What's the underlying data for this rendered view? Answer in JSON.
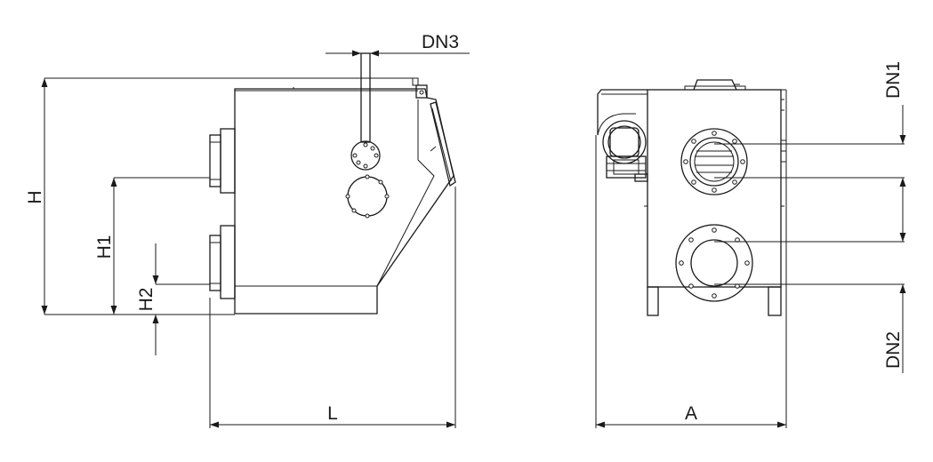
{
  "labels": {
    "dn3": "DN3",
    "dn1": "DN1",
    "dn2": "DN2",
    "h": "H",
    "h1": "H1",
    "h2": "H2",
    "l": "L",
    "a": "A"
  },
  "colors": {
    "line": "#1a1a1a",
    "background": "#ffffff"
  }
}
